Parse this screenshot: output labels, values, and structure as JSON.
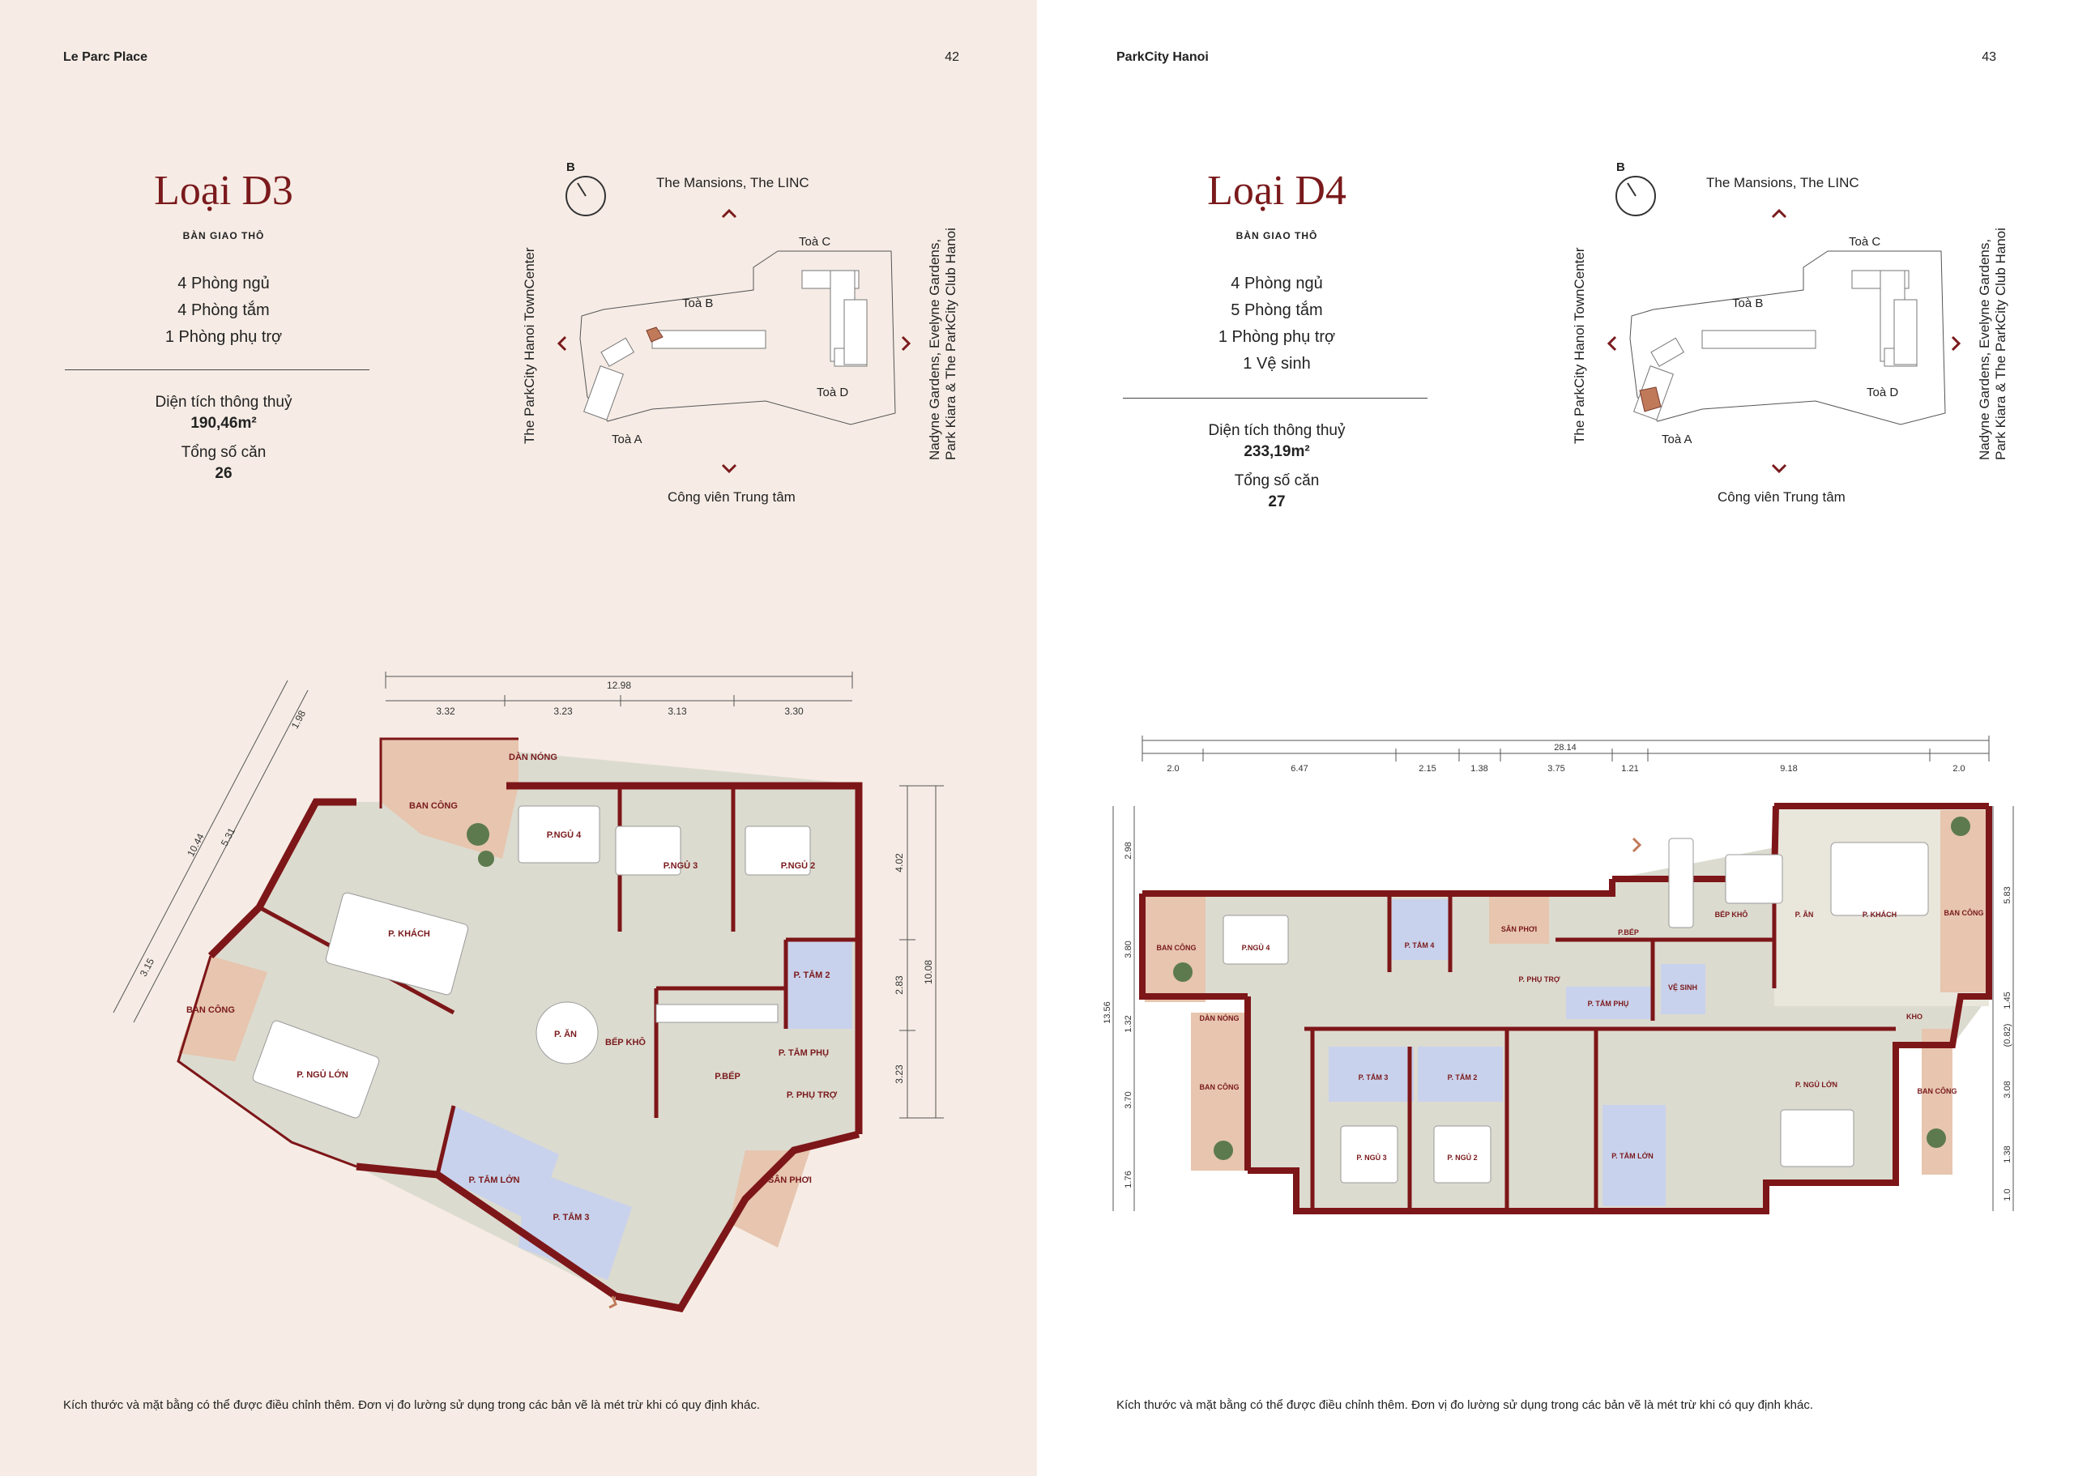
{
  "left": {
    "header": "Le Parc Place",
    "page_number": "42",
    "title": "Loại D3",
    "subtitle": "BÀN GIAO THÔ",
    "features": [
      "4 Phòng ngủ",
      "4 Phòng tắm",
      "1 Phòng phụ trợ"
    ],
    "area_label": "Diện tích thông thuỷ",
    "area_value": "190,46m²",
    "count_label": "Tổng số căn",
    "count_value": "26",
    "map": {
      "compass": "B",
      "north": "The Mansions, The LINC",
      "south": "Công viên Trung tâm",
      "west": "The ParkCity Hanoi TownCenter",
      "east_line1": "Nadyne Gardens, Evelyne Gardens,",
      "east_line2": "Park Kiara & The ParkCity Club Hanoi",
      "toa_a": "Toà A",
      "toa_b": "Toà B",
      "toa_c": "Toà C",
      "toa_d": "Toà D"
    },
    "plan": {
      "dims_top": [
        "12.98",
        "3.32",
        "3.23",
        "3.13",
        "3.30"
      ],
      "dims_right": [
        "4.02",
        "2.83",
        "3.23",
        "10.08"
      ],
      "dims_left": [
        "10.44",
        "5.31",
        "1.98",
        "3.15"
      ],
      "rooms": [
        "BAN CÔNG",
        "DÀN NÓNG",
        "P.NGỦ 4",
        "P.NGỦ 3",
        "P.NGỦ 2",
        "P. KHÁCH",
        "P. ĂN",
        "BẾP KHÔ",
        "P. TẮM 2",
        "P. TẮM PHỤ",
        "P. PHỤ TRỢ",
        "P.BẾP",
        "BAN CÔNG",
        "P. NGỦ LỚN",
        "P. TẮM LỚN",
        "P. TẮM 3",
        "SÂN PHƠI"
      ]
    },
    "footnote": "Kích thước và mặt bằng có thể được điều chỉnh thêm. Đơn vị đo lường sử dụng trong các bản vẽ là mét trừ khi có quy định khác."
  },
  "right": {
    "header": "ParkCity Hanoi",
    "page_number": "43",
    "title": "Loại D4",
    "subtitle": "BÀN GIAO THÔ",
    "features": [
      "4 Phòng ngủ",
      "5 Phòng tắm",
      "1 Phòng phụ trợ",
      "1 Vệ sinh"
    ],
    "area_label": "Diện tích thông thuỷ",
    "area_value": "233,19m²",
    "count_label": "Tổng số căn",
    "count_value": "27",
    "map": {
      "compass": "B",
      "north": "The Mansions, The LINC",
      "south": "Công viên Trung tâm",
      "west": "The ParkCity Hanoi TownCenter",
      "east_line1": "Nadyne Gardens, Evelyne Gardens,",
      "east_line2": "Park Kiara & The ParkCity Club Hanoi",
      "toa_a": "Toà A",
      "toa_b": "Toà B",
      "toa_c": "Toà C",
      "toa_d": "Toà D"
    },
    "plan": {
      "dims_top": [
        "28.14",
        "2.0",
        "6.47",
        "2.15",
        "1.38",
        "3.75",
        "1.21",
        "9.18",
        "2.0"
      ],
      "dims_left": [
        "2.98",
        "3.80",
        "1.32",
        "3.70",
        "1.76",
        "13.56"
      ],
      "dims_right": [
        "5.83",
        "1.45",
        "(0.82)",
        "3.08",
        "1.38",
        "1.0"
      ],
      "rooms": [
        "BAN CÔNG",
        "P.NGỦ 4",
        "P. TẮM 4",
        "SÂN PHƠI",
        "P.BẾP",
        "BẾP KHÔ",
        "P. ĂN",
        "P. KHÁCH",
        "BAN CÔNG",
        "P. PHỤ TRỢ",
        "P. TẮM PHỤ",
        "VỆ SINH",
        "KHO",
        "DÀN NÓNG",
        "BAN CÔNG",
        "P. TẮM 3",
        "P. TẮM 2",
        "P. NGỦ 3",
        "P. NGỦ 2",
        "P. TẮM LỚN",
        "P. NGỦ LỚN",
        "BAN CÔNG"
      ]
    },
    "footnote": "Kích thước và mặt bằng có thể được điều chỉnh thêm. Đơn vị đo lường sử dụng trong các bản vẽ là mét trừ khi có quy định khác."
  },
  "colors": {
    "brand": "#7a1a1c",
    "wall": "#7d1618",
    "floor": "#dcdbd0",
    "balcony": "#e7c5ae",
    "bath": "#c9d2ec",
    "highlight": "#c07a5a"
  }
}
